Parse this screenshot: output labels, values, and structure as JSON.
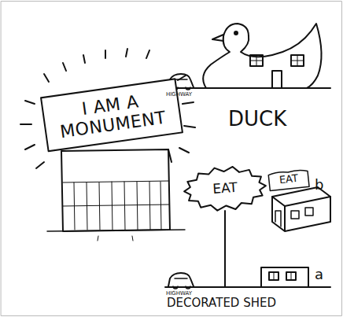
{
  "diagram": {
    "nodes": [
      {
        "text": [
          "I AM A MONUMENT"
        ]
      },
      {
        "text": [
          "EAT"
        ]
      },
      {
        "text": [
          "EAT"
        ]
      }
    ],
    "labels": [
      "HIGHWAY",
      "DUCK",
      "b",
      "HIGHWAY",
      "a",
      "DECORATED SHED"
    ]
  }
}
